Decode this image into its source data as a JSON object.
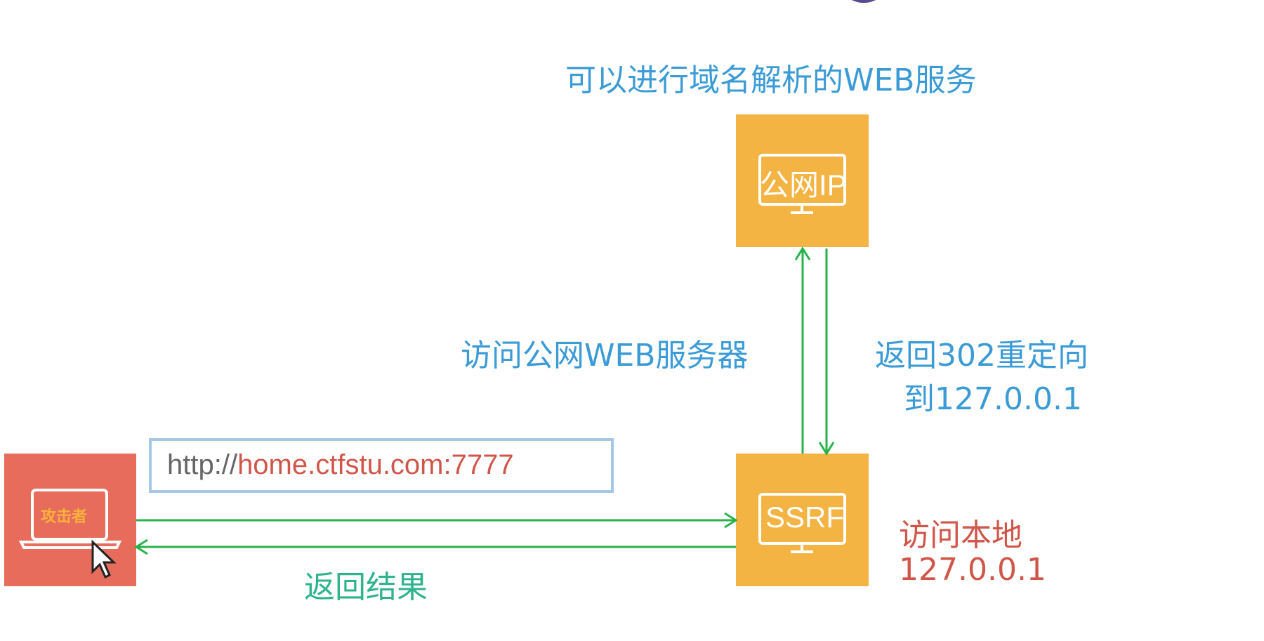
{
  "title": "可以进行域名解析的WEB服务",
  "nodes": {
    "public": {
      "label": "公网IP"
    },
    "ssrf": {
      "label": "SSRF"
    },
    "attacker": {
      "label": "攻击者"
    }
  },
  "url": {
    "scheme": "http://",
    "host": "home.ctfstu.com:7777"
  },
  "edges": {
    "visit_public": "访问公网WEB服务器",
    "return_redirect_line1": "返回302重定向",
    "return_redirect_line2": "到127.0.0.1",
    "visit_local_line1": "访问本地",
    "visit_local_line2": "127.0.0.1",
    "return_result": "返回结果"
  },
  "colors": {
    "node_box": "#f3b444",
    "attacker_box": "#e86c5c",
    "arrow": "#27b34a",
    "label_blue": "#3b9bd6",
    "label_red": "#d1564a",
    "label_green": "#2fb38e"
  }
}
